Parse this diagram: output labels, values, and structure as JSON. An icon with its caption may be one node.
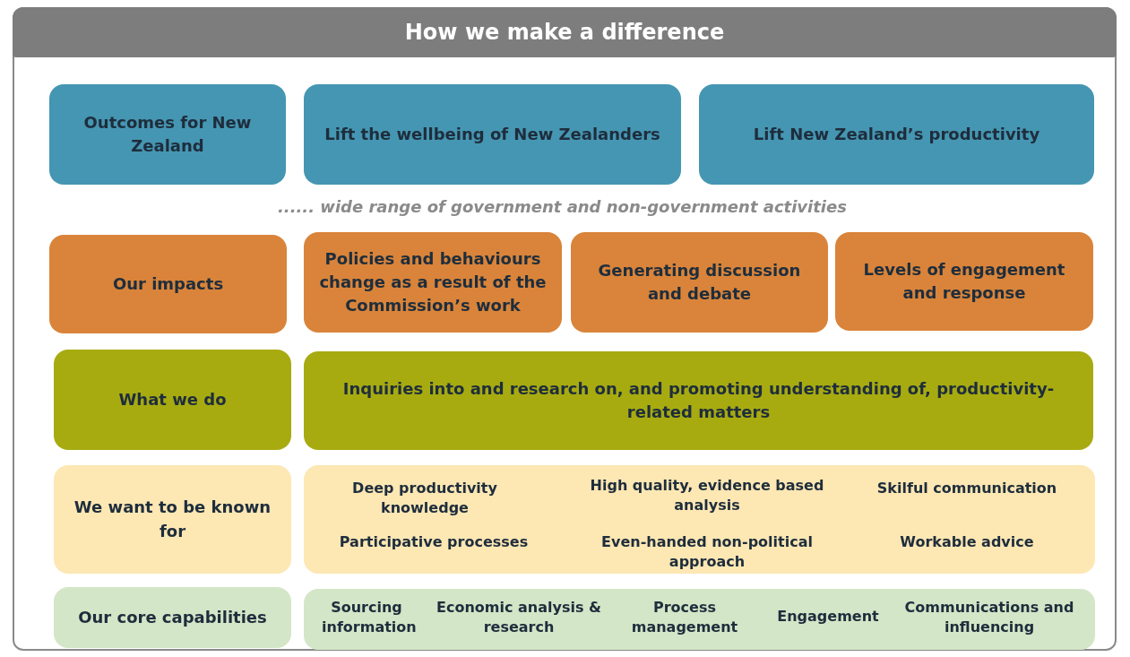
{
  "diagram": {
    "nodes": [
      {
        "text": [
          "How we make a difference"
        ]
      },
      {
        "text": [
          "Outcomes for New Zealand"
        ],
        "in": 0
      },
      {
        "text": [
          "Lift the wellbeing of New Zealanders"
        ],
        "in": 0
      },
      {
        "text": [
          "Lift New Zealand’s productivity"
        ],
        "in": 0
      },
      {
        "text": [
          "Our impacts"
        ],
        "in": 0
      },
      {
        "text": [
          "Policies and behaviours change as a result of the Commission’s work"
        ],
        "in": 0
      },
      {
        "text": [
          "Generating discussion and debate"
        ],
        "in": 0
      },
      {
        "text": [
          "Levels of engagement and response"
        ],
        "in": 0
      },
      {
        "text": [
          "What we do"
        ],
        "in": 0
      },
      {
        "text": [
          "Inquiries into and research on, and promoting understanding of, productivity-related matters"
        ],
        "in": 0
      },
      {
        "text": [
          "We want to be known for"
        ],
        "in": 0
      },
      {
        "text": [
          "Deep productivity knowledge",
          "High quality, evidence based analysis",
          "Skilful communication",
          "Participative processes",
          "Even-handed non-political approach",
          "Workable advice"
        ],
        "in": 0
      },
      {
        "text": [
          "Our core capabilities"
        ],
        "in": 0
      },
      {
        "text": [
          "Sourcing information",
          "Economic analysis & research",
          "Process management",
          "Engagement",
          "Communications and influencing"
        ],
        "in": 0
      }
    ],
    "edges": [],
    "labels": [
      "...... wide range of government and non-government activities"
    ]
  }
}
